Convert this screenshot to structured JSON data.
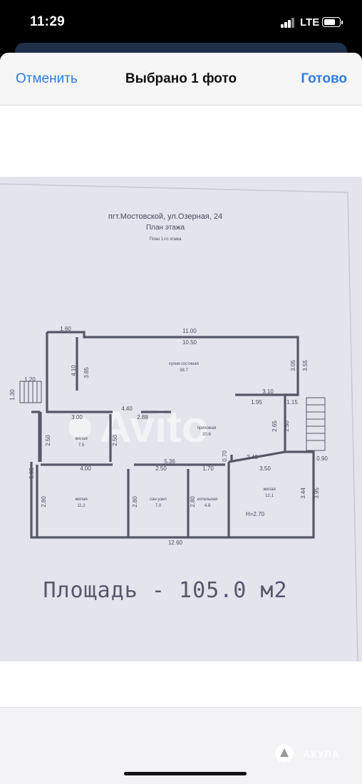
{
  "status_bar": {
    "time": "11:29",
    "network": "LTE",
    "battery_percent": 70
  },
  "nav": {
    "cancel_label": "Отменить",
    "title": "Выбрано 1 фото",
    "done_label": "Готово"
  },
  "floor_plan": {
    "address": "пгт.Мостовской, ул.Озерная, 24",
    "subtitle": "План этажа",
    "sub_subtitle": "План 1-го этажа",
    "rooms": [
      {
        "name": "кухня-гостиная",
        "area": "38.7"
      },
      {
        "name": "прихожая",
        "area": "20.6"
      },
      {
        "name": "жилая",
        "area": "7.5"
      },
      {
        "name": "жилая",
        "area": "11.2"
      },
      {
        "name": "сан.узел",
        "area": "7.0"
      },
      {
        "name": "котельная",
        "area": "4.8"
      },
      {
        "name": "жилая",
        "area": "12.1"
      }
    ],
    "dimensions": [
      "1.60",
      "11.00",
      "10.50",
      "4.10",
      "3.85",
      "3.05",
      "3.55",
      "1.20",
      "1.30",
      "3.10",
      "1.95",
      "1.15",
      "4.40",
      "3.00",
      "2.88",
      "2.65",
      "2.50",
      "2.50",
      "2.50",
      "0.90",
      "5.95",
      "5.36",
      "2.48",
      "0.70",
      "4.00",
      "2.50",
      "1.70",
      "3.50",
      "2.80",
      "2.80",
      "2.80",
      "3.44",
      "3.95",
      "12.60"
    ],
    "ceiling_height": "H=2.70",
    "total_area": "Площадь - 105.0 м2",
    "watermark": "Avito"
  },
  "app_watermark": "АКУЛА",
  "colors": {
    "accent": "#2f7de0",
    "paper": "#e3e4ec",
    "ink": "#4a4c5c"
  }
}
